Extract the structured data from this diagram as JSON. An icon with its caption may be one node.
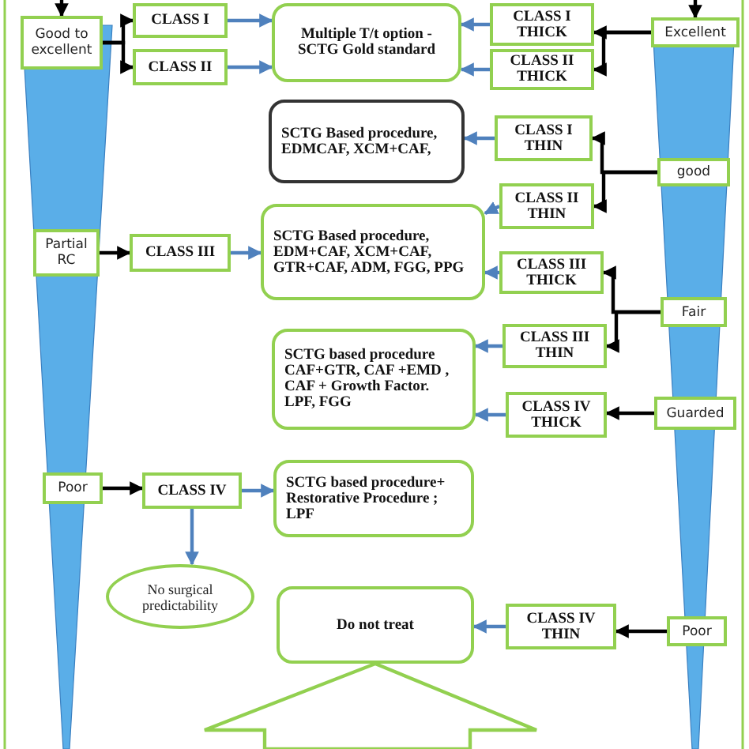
{
  "diagram": {
    "nodes": [
      {
        "text": [
          "Good to excellent"
        ]
      },
      {
        "text": [
          "CLASS I"
        ]
      },
      {
        "text": [
          "CLASS II"
        ]
      },
      {
        "text": [
          "Multiple T/t option -SCTG Gold standard"
        ]
      },
      {
        "text": [
          "CLASS I THICK"
        ]
      },
      {
        "text": [
          "CLASS II THICK"
        ]
      },
      {
        "text": [
          "Excellent"
        ]
      },
      {
        "text": [
          "SCTG Based procedure, EDMCAF, XCM+CAF,"
        ]
      },
      {
        "text": [
          "CLASS I THIN"
        ]
      },
      {
        "text": [
          "CLASS II THIN"
        ]
      },
      {
        "text": [
          "good"
        ]
      },
      {
        "text": [
          "Partial RC"
        ]
      },
      {
        "text": [
          "CLASS III"
        ]
      },
      {
        "text": [
          "SCTG Based procedure, EDM+CAF, XCM+CAF, GTR+CAF, ADM, FGG, PPG"
        ]
      },
      {
        "text": [
          "CLASS III THICK"
        ]
      },
      {
        "text": [
          "Fair"
        ]
      },
      {
        "text": [
          "SCTG based procedure CAF+GTR, CAF +EMD , CAF + Growth Factor. LPF, FGG"
        ]
      },
      {
        "text": [
          "CLASS III THIN"
        ]
      },
      {
        "text": [
          "CLASS IV THICK"
        ]
      },
      {
        "text": [
          "Guarded"
        ]
      },
      {
        "text": [
          "Poor"
        ]
      },
      {
        "text": [
          "CLASS IV"
        ]
      },
      {
        "text": [
          "SCTG based procedure+ Restorative Procedure ; LPF"
        ]
      },
      {
        "text": [
          "No surgical predictability"
        ]
      },
      {
        "text": [
          "Do not treat"
        ]
      },
      {
        "text": [
          "CLASS IV THIN"
        ]
      },
      {
        "text": [
          "Poor"
        ]
      }
    ],
    "edges": [
      {
        "from": null,
        "to": 0,
        "arrow": "to"
      },
      {
        "from": 0,
        "to": 1,
        "arrow": "to"
      },
      {
        "from": 0,
        "to": 2,
        "arrow": "to"
      },
      {
        "from": 1,
        "to": 3,
        "arrow": "to",
        "color": "#4f81bd"
      },
      {
        "from": 2,
        "to": 3,
        "arrow": "to",
        "color": "#4f81bd"
      },
      {
        "from": null,
        "to": 6,
        "arrow": "to"
      },
      {
        "from": 6,
        "to": 4,
        "arrow": "to"
      },
      {
        "from": 6,
        "to": 5,
        "arrow": "to"
      },
      {
        "from": 4,
        "to": 3,
        "arrow": "to",
        "color": "#4f81bd"
      },
      {
        "from": 5,
        "to": 3,
        "arrow": "to",
        "color": "#4f81bd"
      },
      {
        "from": 10,
        "to": 8,
        "arrow": "to"
      },
      {
        "from": 10,
        "to": 9,
        "arrow": "to"
      },
      {
        "from": 8,
        "to": 7,
        "arrow": "to",
        "color": "#4f81bd"
      },
      {
        "from": 9,
        "to": 13,
        "arrow": "to",
        "color": "#4f81bd"
      },
      {
        "from": 11,
        "to": 12,
        "arrow": "to"
      },
      {
        "from": 12,
        "to": 13,
        "arrow": "to",
        "color": "#4f81bd"
      },
      {
        "from": 15,
        "to": 14,
        "arrow": "to"
      },
      {
        "from": 15,
        "to": 17,
        "arrow": "to"
      },
      {
        "from": 14,
        "to": 13,
        "arrow": "to",
        "color": "#4f81bd"
      },
      {
        "from": 17,
        "to": 16,
        "arrow": "to",
        "color": "#4f81bd"
      },
      {
        "from": 19,
        "to": 18,
        "arrow": "to"
      },
      {
        "from": 18,
        "to": 16,
        "arrow": "to",
        "color": "#4f81bd"
      },
      {
        "from": 20,
        "to": 21,
        "arrow": "to"
      },
      {
        "from": 21,
        "to": 22,
        "arrow": "to",
        "color": "#4f81bd"
      },
      {
        "from": 21,
        "to": 23,
        "arrow": "to",
        "color": "#4f81bd"
      },
      {
        "from": 26,
        "to": 25,
        "arrow": "to"
      },
      {
        "from": 25,
        "to": 24,
        "arrow": "to",
        "color": "#4f81bd"
      },
      {
        "from": null,
        "to": 24,
        "arrow": "to",
        "color": "#92d050"
      }
    ]
  }
}
